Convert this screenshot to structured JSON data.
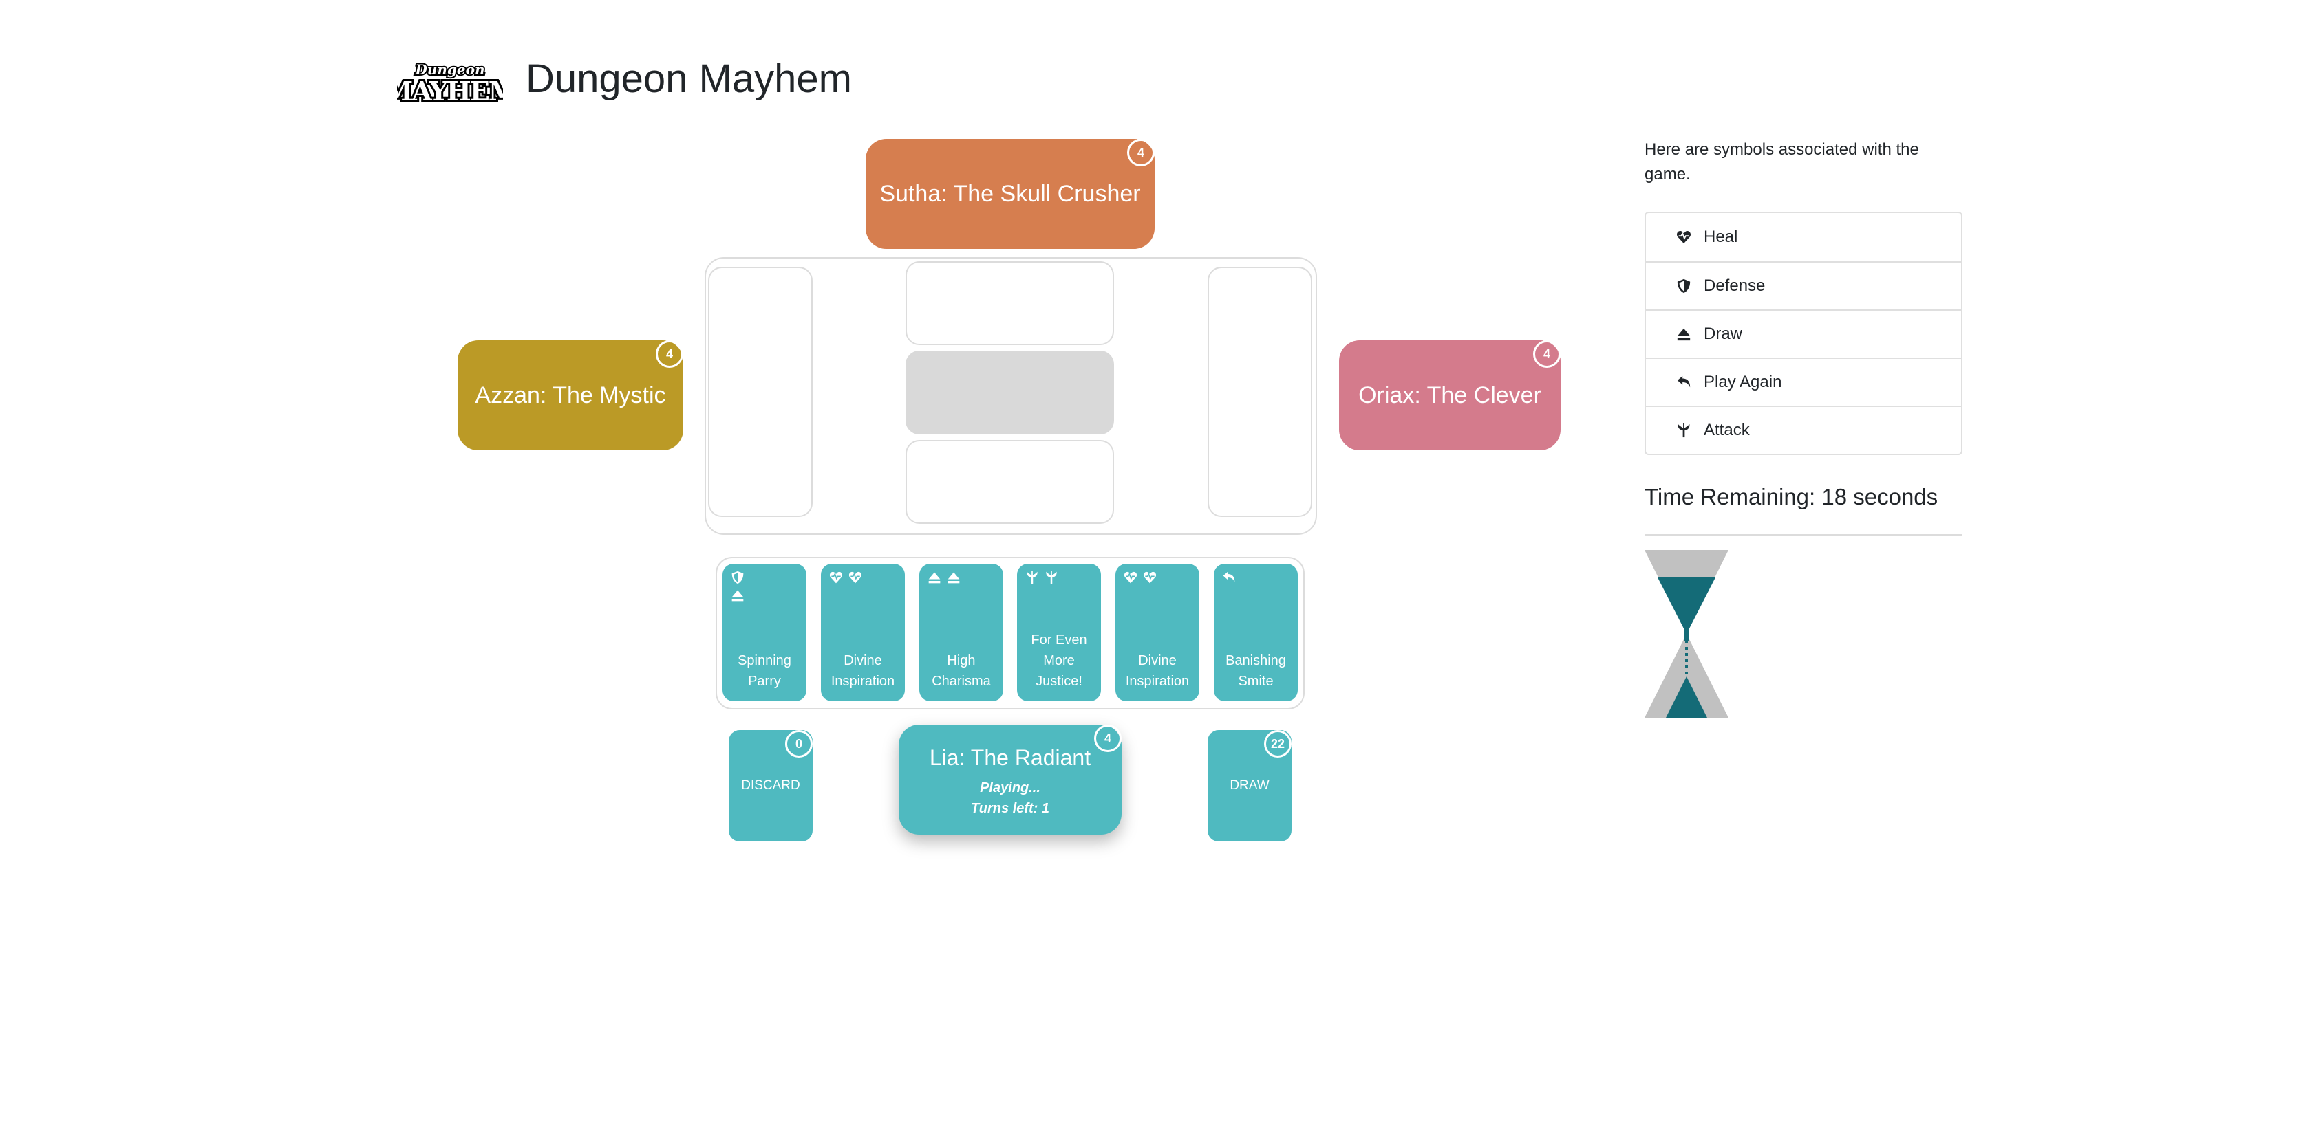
{
  "header": {
    "title": "Dungeon Mayhem",
    "logo_text": "Dungeon Mayhem"
  },
  "opponents": [
    {
      "name": "Sutha: The Skull Crusher",
      "health": "4",
      "color": "#d67e4f"
    },
    {
      "name": "Azzan: The Mystic",
      "health": "4",
      "color": "#bb9a26"
    },
    {
      "name": "Oriax: The Clever",
      "health": "4",
      "color": "#d47b8c"
    }
  ],
  "player": {
    "name": "Lia: The Radiant",
    "health": "4",
    "status": "Playing...",
    "turns": "Turns left: 1",
    "color": "#4fbac0"
  },
  "hand": [
    {
      "name": "Spinning Parry",
      "icons": [
        "shield-icon",
        "draw-icon"
      ]
    },
    {
      "name": "Divine Inspiration",
      "icons": [
        "heal-icon",
        "heal-icon"
      ]
    },
    {
      "name": "High Charisma",
      "icons": [
        "draw-icon",
        "draw-icon"
      ]
    },
    {
      "name": "For Even More Justice!",
      "icons": [
        "attack-icon",
        "attack-icon"
      ]
    },
    {
      "name": "Divine Inspiration",
      "icons": [
        "heal-icon",
        "heal-icon"
      ]
    },
    {
      "name": "Banishing Smite",
      "icons": [
        "play-again-icon"
      ]
    }
  ],
  "piles": {
    "discard_label": "DISCARD",
    "discard_count": "0",
    "draw_label": "DRAW",
    "draw_count": "22"
  },
  "sidebar": {
    "help_text": "Here are symbols associated with the game.",
    "legend": [
      {
        "label": "Heal",
        "icon": "heal-icon"
      },
      {
        "label": "Defense",
        "icon": "shield-icon"
      },
      {
        "label": "Draw",
        "icon": "draw-icon"
      },
      {
        "label": "Play Again",
        "icon": "play-again-icon"
      },
      {
        "label": "Attack",
        "icon": "attack-icon"
      }
    ],
    "timer_text": "Time Remaining: 18 seconds"
  },
  "colors": {
    "player_card": "#4fbac0",
    "hourglass_sand": "#146b77",
    "hourglass_glass": "#c1c1c1"
  }
}
